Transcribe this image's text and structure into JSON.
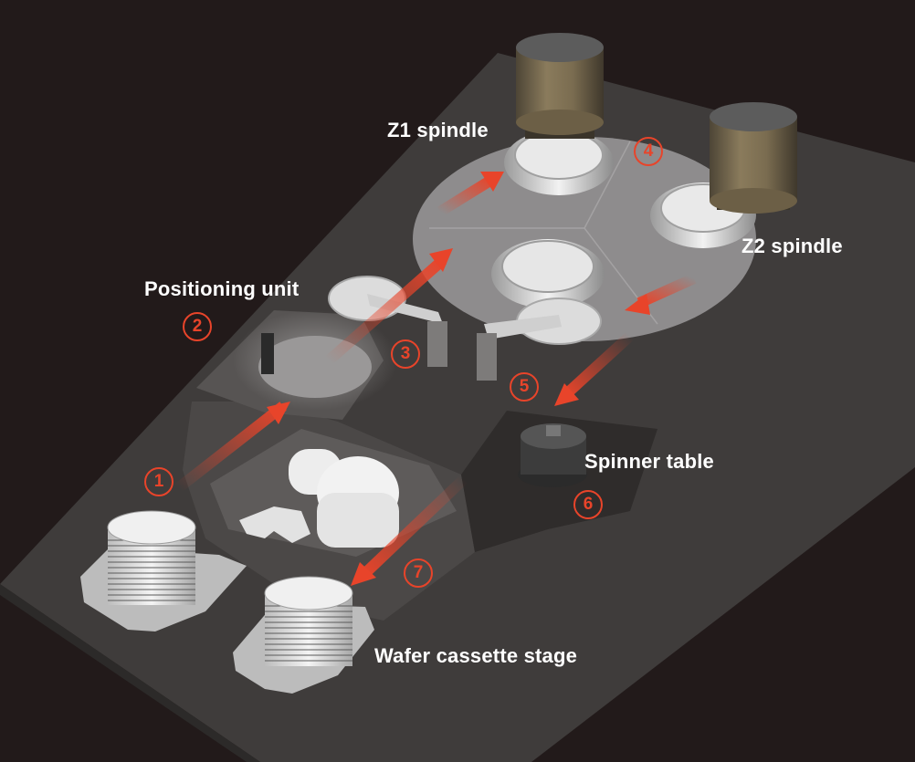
{
  "labels": {
    "z1_spindle": "Z1 spindle",
    "z2_spindle": "Z2 spindle",
    "positioning_unit": "Positioning unit",
    "spinner_table": "Spinner table",
    "wafer_cassette_stage": "Wafer cassette stage"
  },
  "steps": {
    "s1": "1",
    "s2": "2",
    "s3": "3",
    "s4": "4",
    "s5": "5",
    "s6": "6",
    "s7": "7"
  },
  "colors": {
    "background": "#221a1a",
    "platform": "#3d3a39",
    "turntable": "#8e8c8d",
    "accent_arrow": "#e8442a",
    "spindle_body": "#6e6148"
  }
}
